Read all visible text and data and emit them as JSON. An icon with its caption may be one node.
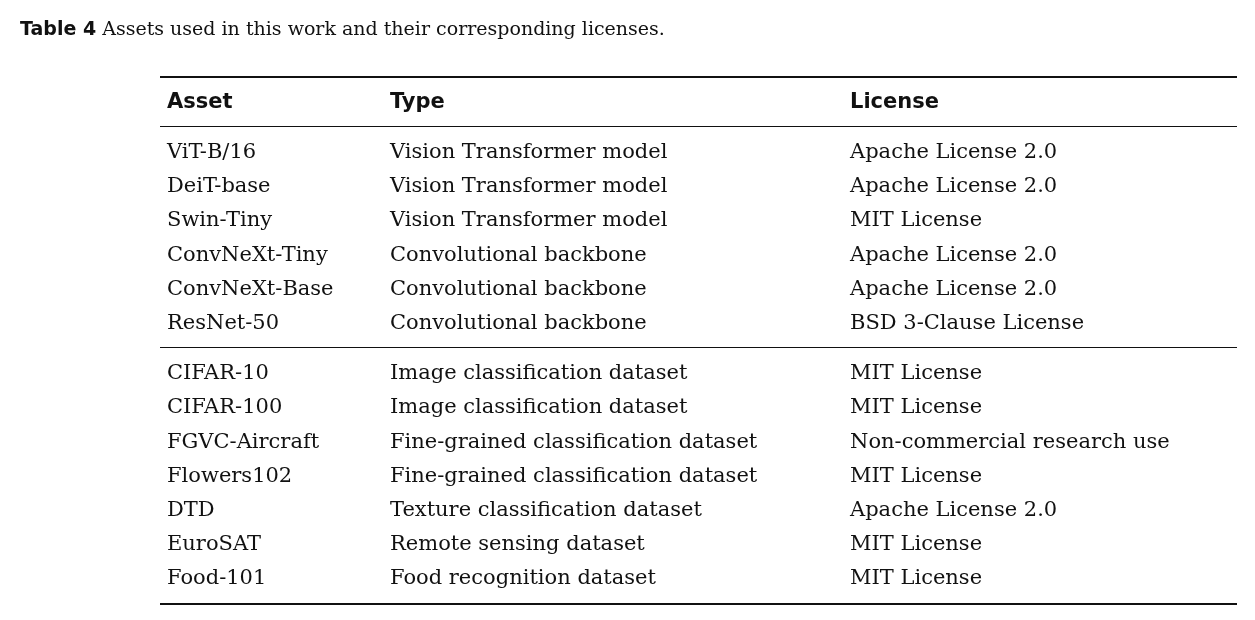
{
  "diagram": {
    "caption": "**Table 4** Assets used in this work and their corresponding licenses.",
    "labels": [
      "Asset",
      "Type",
      "License",
      "ViT-B/16",
      "Vision Transformer model",
      "Apache License 2.0",
      "DeiT-base",
      "Vision Transformer model",
      "Apache License 2.0",
      "Swin-Tiny",
      "Vision Transformer model",
      "MIT License",
      "ConvNeXt-Tiny",
      "Convolutional backbone",
      "Apache License 2.0",
      "ConvNeXt-Base",
      "Convolutional backbone",
      "Apache License 2.0",
      "ResNet-50",
      "Convolutional backbone",
      "BSD 3-Clause License",
      "CIFAR-10",
      "Image classification dataset",
      "MIT License",
      "CIFAR-100",
      "Image classification dataset",
      "MIT License",
      "FGVC-Aircraft",
      "Fine-grained classification dataset",
      "Non-commercial research use",
      "Flowers102",
      "Fine-grained classification dataset",
      "MIT License",
      "DTD",
      "Texture classification dataset",
      "Apache License 2.0",
      "EuroSAT",
      "Remote sensing dataset",
      "MIT License",
      "Food-101",
      "Food recognition dataset",
      "MIT License"
    ]
  }
}
